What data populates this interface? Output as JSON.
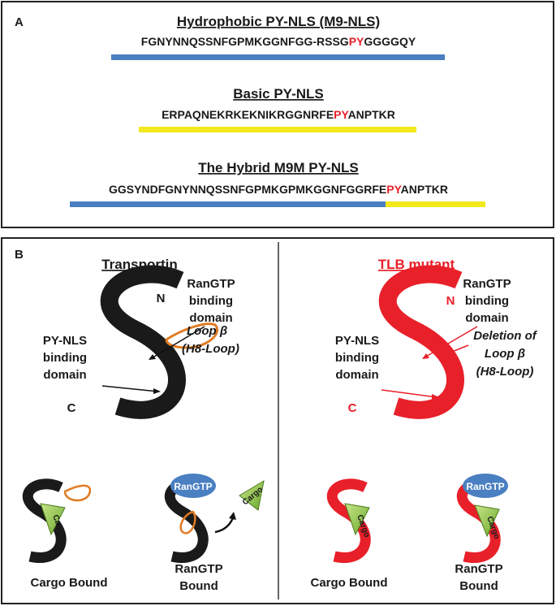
{
  "panel_a": {
    "label": "A",
    "sequences": [
      {
        "title": "Hydrophobic PY-NLS (M9-NLS)",
        "pre": "FGNYNNQSSNFGPMKGGNFGG-RSSG",
        "motif": "PY",
        "post": "GGGGQY"
      },
      {
        "title": "Basic PY-NLS",
        "pre": "ERPAQNEKRKEKNIKRGGNRFE",
        "motif": "PY",
        "post": "ANPTKR"
      },
      {
        "title": "The Hybrid M9M PY-NLS",
        "pre": "GGSYNDFGNYNNQSSNFGPMKGPMKGGNFGGRFE",
        "motif": "PY",
        "post": "ANPTKR"
      }
    ]
  },
  "panel_b": {
    "label": "B",
    "left": {
      "title": "Transportin",
      "ran_label": [
        "RanGTP",
        "binding",
        "domain"
      ],
      "n": "N",
      "c": "C",
      "loop_label": [
        "Loop β",
        "(H8-Loop)"
      ],
      "pynls_label": [
        "PY-NLS",
        "binding",
        "domain"
      ],
      "cargo": "Cargo",
      "rangtp": "RanGTP",
      "cargo_bound": "Cargo Bound",
      "rangtp_bound": [
        "RanGTP",
        "Bound"
      ]
    },
    "right": {
      "title": "TLB mutant",
      "ran_label": [
        "RanGTP",
        "binding",
        "domain"
      ],
      "n": "N",
      "c": "C",
      "deletion_label": [
        "Deletion of",
        "Loop β",
        "(H8-Loop)"
      ],
      "pynls_label": [
        "PY-NLS",
        "binding",
        "domain"
      ],
      "cargo": "Cargo",
      "rangtp": "RanGTP",
      "cargo_bound": "Cargo Bound",
      "rangtp_bound": [
        "RanGTP",
        "Bound"
      ]
    }
  },
  "colors": {
    "blue": "#4a7fc1",
    "yellow": "#f2e81c",
    "red": "#e8202a",
    "orange": "#e07b22",
    "green": "#8cc43c"
  }
}
